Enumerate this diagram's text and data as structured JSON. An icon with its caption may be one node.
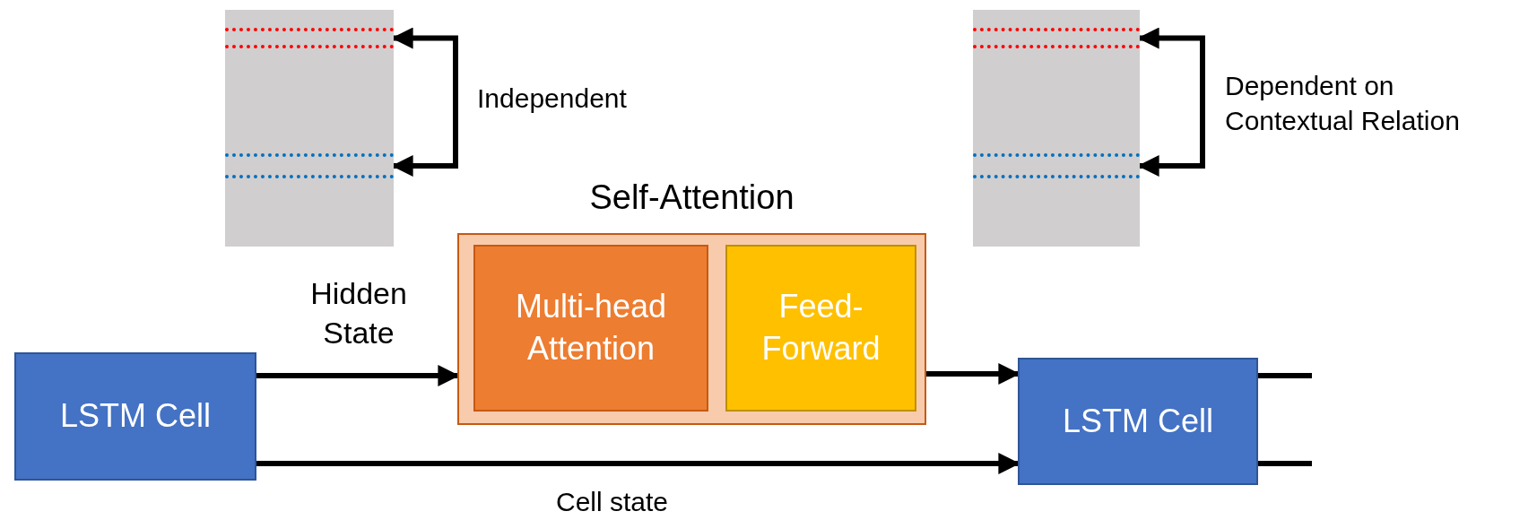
{
  "diagram": {
    "nodes": [
      {
        "text": [],
        "shape": "box"
      },
      {
        "text": [],
        "shape": "bar",
        "in": 0
      },
      {
        "text": [],
        "shape": "bar",
        "in": 0
      },
      {
        "text": [],
        "shape": "box"
      },
      {
        "text": [],
        "shape": "bar",
        "in": 3
      },
      {
        "text": [],
        "shape": "bar",
        "in": 3
      },
      {
        "text": [
          "Self-Attention"
        ]
      },
      {
        "text": [
          "Multi-head Attention"
        ],
        "in": 6
      },
      {
        "text": [
          "Feed-Forward"
        ],
        "in": 6
      },
      {
        "text": [
          "LSTM Cell"
        ]
      },
      {
        "text": [
          "LSTM Cell"
        ]
      }
    ],
    "edges": [
      {
        "from": 1,
        "to": 2,
        "arrow": "both",
        "label": "Independent"
      },
      {
        "from": 4,
        "to": 5,
        "arrow": "both",
        "label": "Dependent on Contextual Relation"
      },
      {
        "from": 9,
        "to": 6,
        "arrow": "to",
        "label": "Hidden State"
      },
      {
        "from": 6,
        "to": 10,
        "arrow": "to"
      },
      {
        "from": 9,
        "to": 10,
        "arrow": "to",
        "label": "Cell state"
      },
      {
        "from": 10,
        "to": null,
        "arrow": "none"
      },
      {
        "from": 10,
        "to": null,
        "arrow": "none"
      }
    ]
  }
}
